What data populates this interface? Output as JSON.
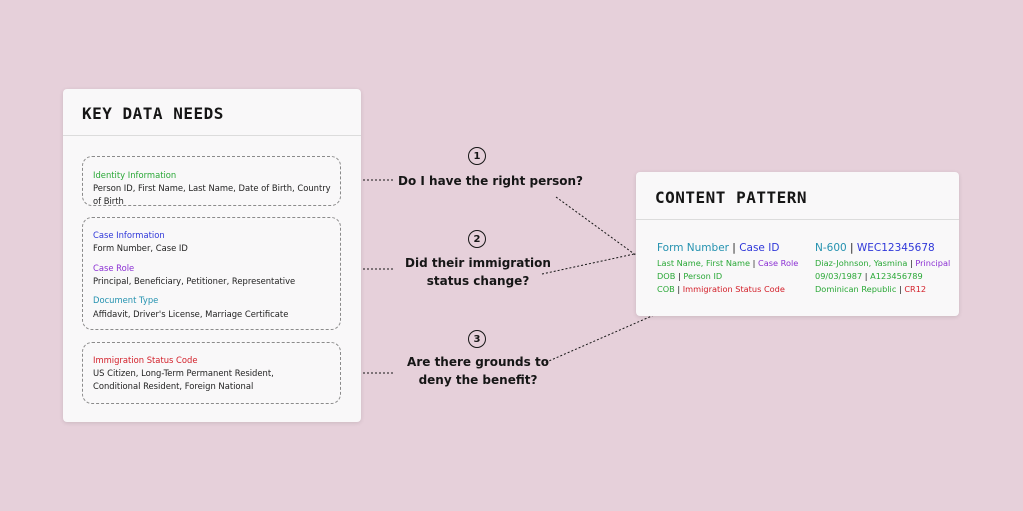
{
  "colors": {
    "green": "#2aa837",
    "blue": "#2f37d9",
    "purple": "#8b2fd3",
    "teal": "#2592b0",
    "red": "#d3202a",
    "text": "#161616",
    "background": "#e6d0da"
  },
  "key_data_needs": {
    "title": "KEY DATA NEEDS",
    "identity": {
      "label": "Identity Information",
      "text": "Person ID, First Name, Last Name, Date of Birth, Country of Birth"
    },
    "case_info": {
      "label": "Case Information",
      "text": "Form Number, Case ID"
    },
    "case_role": {
      "label": "Case Role",
      "text": "Principal, Beneficiary, Petitioner, Representative"
    },
    "doc_type": {
      "label": "Document Type",
      "text": "Affidavit, Driver's License, Marriage Certificate"
    },
    "status_code": {
      "label": "Immigration Status Code",
      "line1": "US Citizen, Long-Term Permanent Resident,",
      "line2": "Conditional Resident, Foreign National"
    }
  },
  "questions": [
    {
      "num": "1",
      "line1": "Do I have the right person?",
      "line2": ""
    },
    {
      "num": "2",
      "line1": "Did their immigration",
      "line2": "status change?"
    },
    {
      "num": "3",
      "line1": "Are there grounds to",
      "line2": "deny the benefit?"
    }
  ],
  "content_pattern": {
    "title": "CONTENT PATTERN",
    "left": {
      "row1": {
        "a": "Form Number",
        "sep": " | ",
        "b": "Case ID"
      },
      "row2": {
        "a": "Last Name, First Name",
        "sep": " | ",
        "b": "Case Role"
      },
      "row3": {
        "a": "DOB",
        "sep": " | ",
        "b": "Person ID"
      },
      "row4": {
        "a": "COB",
        "sep": " | ",
        "b": "Immigration Status Code"
      }
    },
    "right": {
      "row1": {
        "a": "N-600",
        "sep": " | ",
        "b": "WEC12345678"
      },
      "row2": {
        "a": "Diaz-Johnson, Yasmina",
        "sep": " | ",
        "b": "Principal"
      },
      "row3": {
        "a": "09/03/1987",
        "sep": " | ",
        "b": "A123456789"
      },
      "row4": {
        "a": "Dominican Republic",
        "sep": " | ",
        "b": "CR12"
      }
    }
  }
}
